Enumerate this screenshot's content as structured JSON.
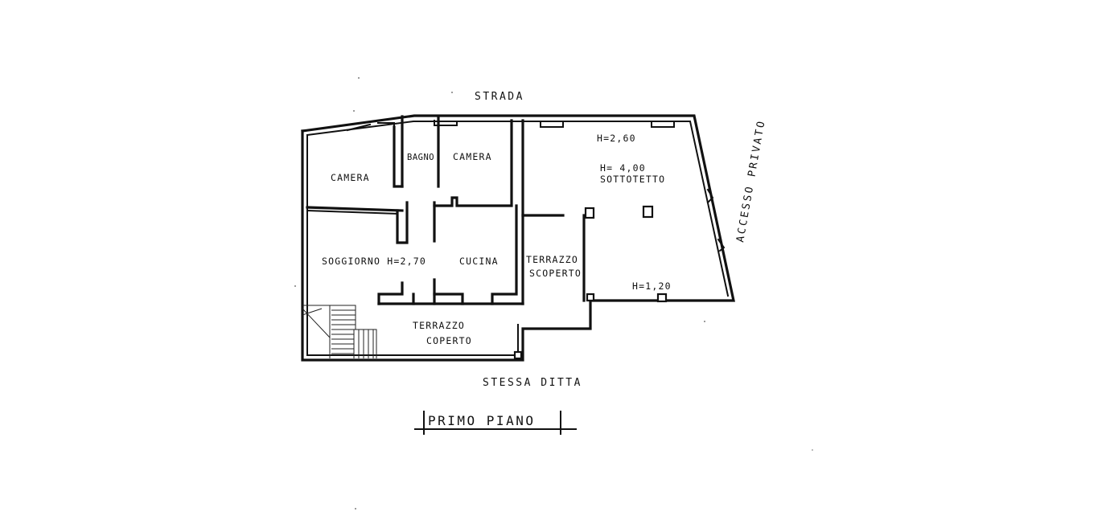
{
  "orientation": {
    "north": "STRADA",
    "south": "STESSA   DITTA",
    "east": "ACCESSO  PRIVATO"
  },
  "rooms": {
    "camera_left": "CAMERA",
    "bagno": "BAGNO",
    "camera_right": "CAMERA",
    "soggiorno": "SOGGIORNO H=2,70",
    "cucina": "CUCINA",
    "terrazzo_scoperto_1": "TERRAZZO",
    "terrazzo_scoperto_2": "SCOPERTO",
    "terrazzo_coperto_1": "TERRAZZO",
    "terrazzo_coperto_2": "COPERTO"
  },
  "sottotetto": {
    "h_top": "H=2,60",
    "h_mid": "H= 4,00",
    "name": "SOTTOTETTO",
    "h_bottom": "H=1,20"
  },
  "title": "PRIMO PIANO"
}
